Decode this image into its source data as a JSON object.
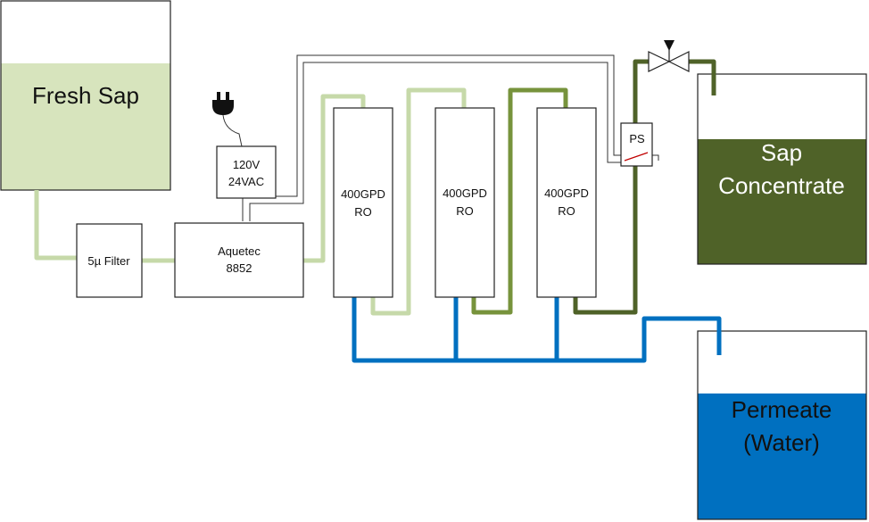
{
  "tanks": {
    "fresh_sap": {
      "line1": "Fresh Sap"
    },
    "concentrate": {
      "line1": "Sap",
      "line2": "Concentrate"
    },
    "permeate": {
      "line1": "Permeate",
      "line2": "(Water)"
    }
  },
  "components": {
    "filter": {
      "label": "5µ  Filter"
    },
    "transformer": {
      "line1": "120V",
      "line2": "24VAC"
    },
    "pump": {
      "line1": "Aquetec",
      "line2": "8852"
    },
    "ro_units": [
      {
        "line1": "400GPD",
        "line2": "RO"
      },
      {
        "line1": "400GPD",
        "line2": "RO"
      },
      {
        "line1": "400GPD",
        "line2": "RO"
      }
    ],
    "pressure_switch": {
      "label": "PS"
    }
  },
  "colors": {
    "fresh_sap_fill": "#d7e4bd",
    "concentrate_fill": "#4f6228",
    "permeate_fill": "#0070c0",
    "pipe_light": "#c6d9a9",
    "pipe_mid": "#77933c",
    "pipe_dark": "#4f6228",
    "pipe_blue": "#0070c0"
  },
  "icons": [
    "power-plug-icon",
    "valve-icon"
  ]
}
